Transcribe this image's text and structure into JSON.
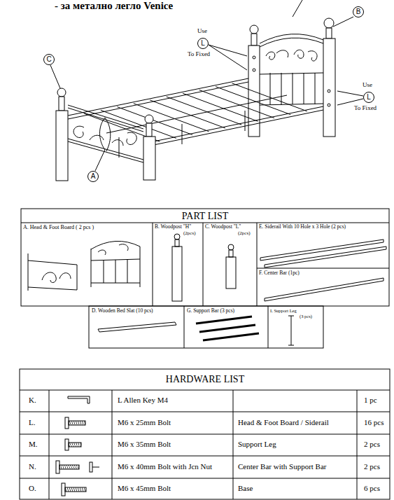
{
  "diagram": {
    "nodes": [
      {
        "text": [
          "B"
        ]
      },
      {
        "text": [
          "L"
        ]
      },
      {
        "text": [
          "C"
        ]
      },
      {
        "text": [
          "L"
        ]
      },
      {
        "text": [
          "A"
        ]
      }
    ],
    "edges": [],
    "labels": [
      "- за метално легло Venice",
      "Use",
      "To Fixed",
      "Use",
      "To Fixed",
      "PART LIST",
      "A. Head & Foot Board ( 2 pcs )",
      "B. Woodpost \"H\"",
      "(2pcs)",
      "C. Woodpost \"L\"",
      "(2pcs)",
      "E. Siderail With 10 Hole x 3 Hole (2 pcs)",
      "F. Center Bar (1pc)",
      "D. Wooden Bed Slat (10 pcs)",
      "G. Support Bar (3 pcs)",
      "I. Support Leg",
      "(3 pcs)",
      "HARDWARE LIST",
      "K.",
      "L Allen Key M4",
      "1 pc",
      "L.",
      "M6 x 25mm Bolt",
      "Head & Foot Board / Siderail",
      "16 pcs",
      "M.",
      "M6 x 35mm Bolt",
      "Support Leg",
      "2 pcs",
      "N.",
      "M6 x 40mm Bolt with Jcn Nut",
      "Center Bar with Support Bar",
      "2 pcs",
      "O.",
      "M6 x 45mm Bolt",
      "Base",
      "6 pcs"
    ]
  }
}
